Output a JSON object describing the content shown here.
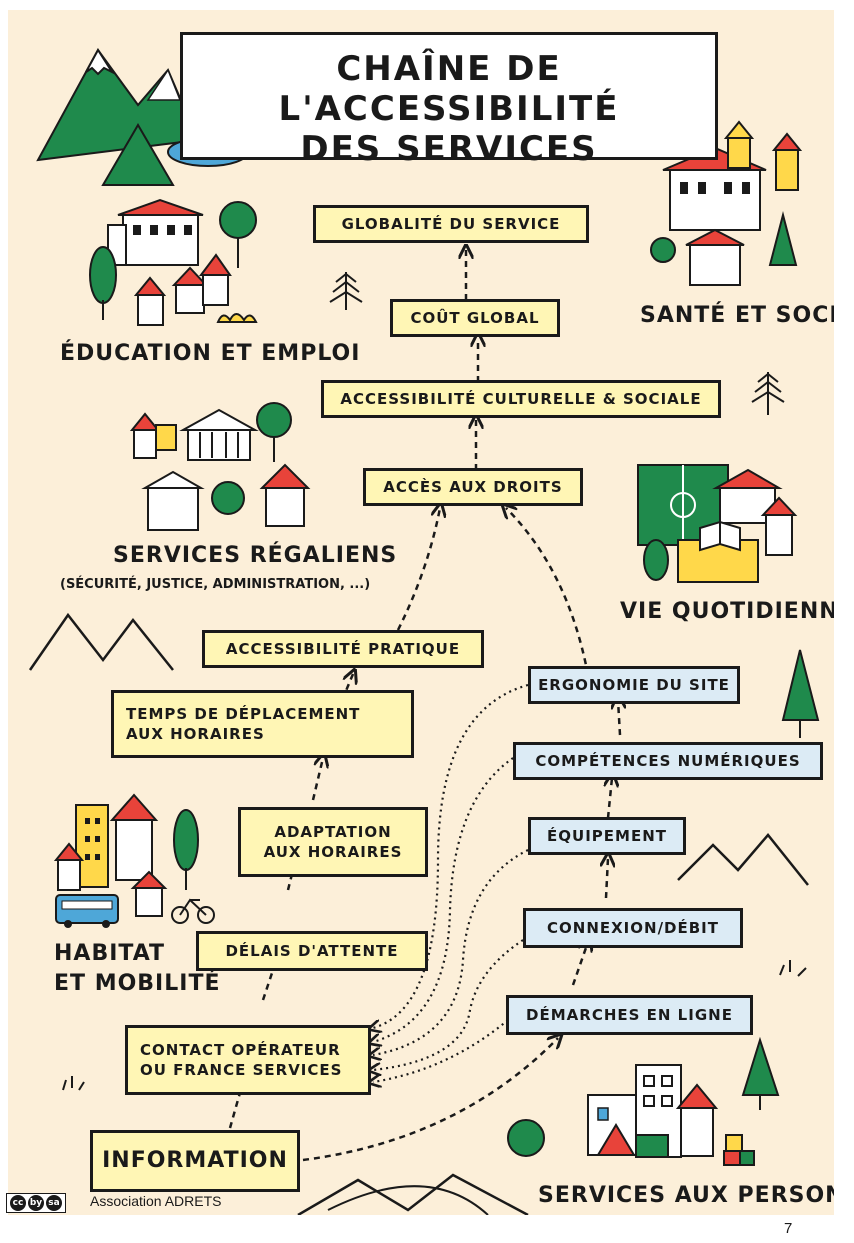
{
  "title": {
    "line1": "CHAÎNE DE L'ACCESSIBILITÉ",
    "line2": "DES SERVICES"
  },
  "chain_left": [
    "GLOBALITÉ DU SERVICE",
    "COÛT GLOBAL",
    "ACCESSIBILITÉ CULTURELLE & SOCIALE",
    "ACCÈS AUX DROITS",
    "ACCESSIBILITÉ PRATIQUE"
  ],
  "physical_path": {
    "travel_time": [
      "TEMPS DE DÉPLACEMENT",
      "AUX HORAIRES"
    ],
    "schedule": [
      "ADAPTATION",
      "AUX HORAIRES"
    ],
    "waiting": "DÉLAIS D'ATTENTE",
    "contact": [
      "CONTACT OPÉRATEUR",
      "OU FRANCE SERVICES"
    ],
    "information": "INFORMATION"
  },
  "digital_path": [
    "ERGONOMIE DU SITE",
    "COMPÉTENCES NUMÉRIQUES",
    "ÉQUIPEMENT",
    "CONNEXION/DÉBIT",
    "DÉMARCHES EN LIGNE"
  ],
  "areas": {
    "education": "ÉDUCATION ET EMPLOI",
    "health": "SANTÉ ET SOCIAL",
    "sovereign": "SERVICES RÉGALIENS",
    "sovereign_detail": "(SÉCURITÉ, JUSTICE, ADMINISTRATION, ...)",
    "daily": "VIE QUOTIDIENNE",
    "housing_1": "HABITAT",
    "housing_2": "ET MOBILITÉ",
    "personal": "SERVICES AUX PERSONNES"
  },
  "footer": {
    "association": "Association ADRETS",
    "page": "7",
    "cc": [
      "cc",
      "by",
      "sa"
    ]
  },
  "colors": {
    "background": "#fcefd9",
    "yellow_box": "#fff6b5",
    "blue_box": "#dcebf5",
    "green": "#1f8a4c",
    "red": "#e8433a",
    "yellow": "#ffd84a",
    "ink": "#1a1a1a"
  },
  "icons": [
    "mountain-lake-icon",
    "village-icon",
    "tree-icon",
    "pine-icon",
    "building-icon",
    "bus-icon",
    "bicycle-icon",
    "football-field-icon",
    "book-icon"
  ]
}
